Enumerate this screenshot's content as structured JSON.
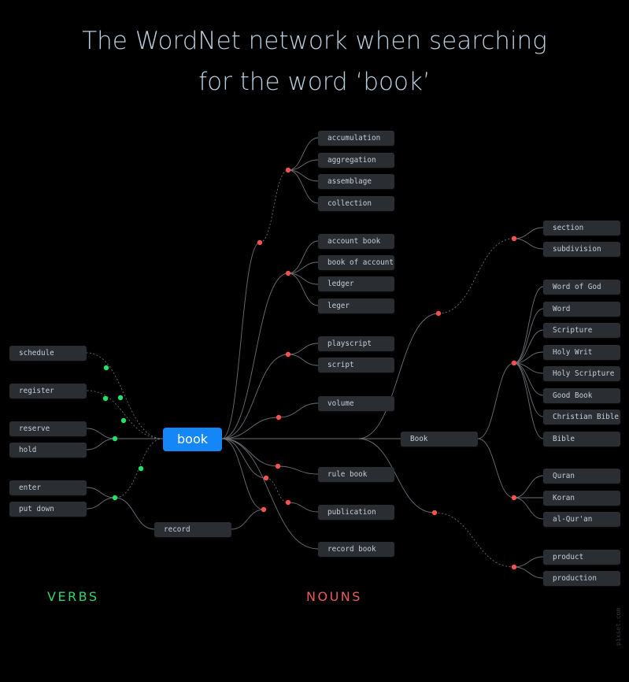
{
  "title": {
    "line1": "The WordNet network when searching",
    "line2": "for the word ‘book’"
  },
  "section_labels": {
    "verbs": "VERBS",
    "nouns": "NOUNS"
  },
  "colors": {
    "verb_dot": "#22e36a",
    "noun_dot": "#f45150",
    "root": "#1586f5",
    "verbs_label": "#2fd66a",
    "nouns_label": "#ea5c5b",
    "node_bg": "#2a2e33",
    "link": "#6b6f74"
  },
  "root": "book",
  "verbs": {
    "groups": [
      {
        "words": [
          "schedule"
        ]
      },
      {
        "words": [
          "register"
        ]
      },
      {
        "words": [
          "reserve",
          "hold"
        ]
      },
      {
        "words": [
          "enter",
          "put down"
        ]
      },
      {
        "words": [
          "record"
        ]
      }
    ]
  },
  "nouns": {
    "groups": [
      {
        "words": [
          "accumulation",
          "aggregation",
          "assemblage",
          "collection"
        ]
      },
      {
        "words": [
          "account book",
          "book of account",
          "ledger",
          "leger"
        ]
      },
      {
        "words": [
          "playscript",
          "script"
        ]
      },
      {
        "words": [
          "volume"
        ]
      },
      {
        "words": [
          "rule book"
        ]
      },
      {
        "words": [
          "publication"
        ]
      },
      {
        "words": [
          "record book"
        ]
      }
    ],
    "book_sense": {
      "word": "Book",
      "groups": [
        {
          "words": [
            "section",
            "subdivision"
          ]
        },
        {
          "words": [
            "Word of God",
            "Word",
            "Scripture",
            "Holy Writ",
            "Holy Scripture",
            "Good Book",
            "Christian Bible",
            "Bible"
          ]
        },
        {
          "words": [
            "Quran",
            "Koran",
            "al-Qur'an"
          ]
        },
        {
          "words": [
            "product",
            "production"
          ]
        }
      ]
    }
  },
  "credit": "pixset.com"
}
